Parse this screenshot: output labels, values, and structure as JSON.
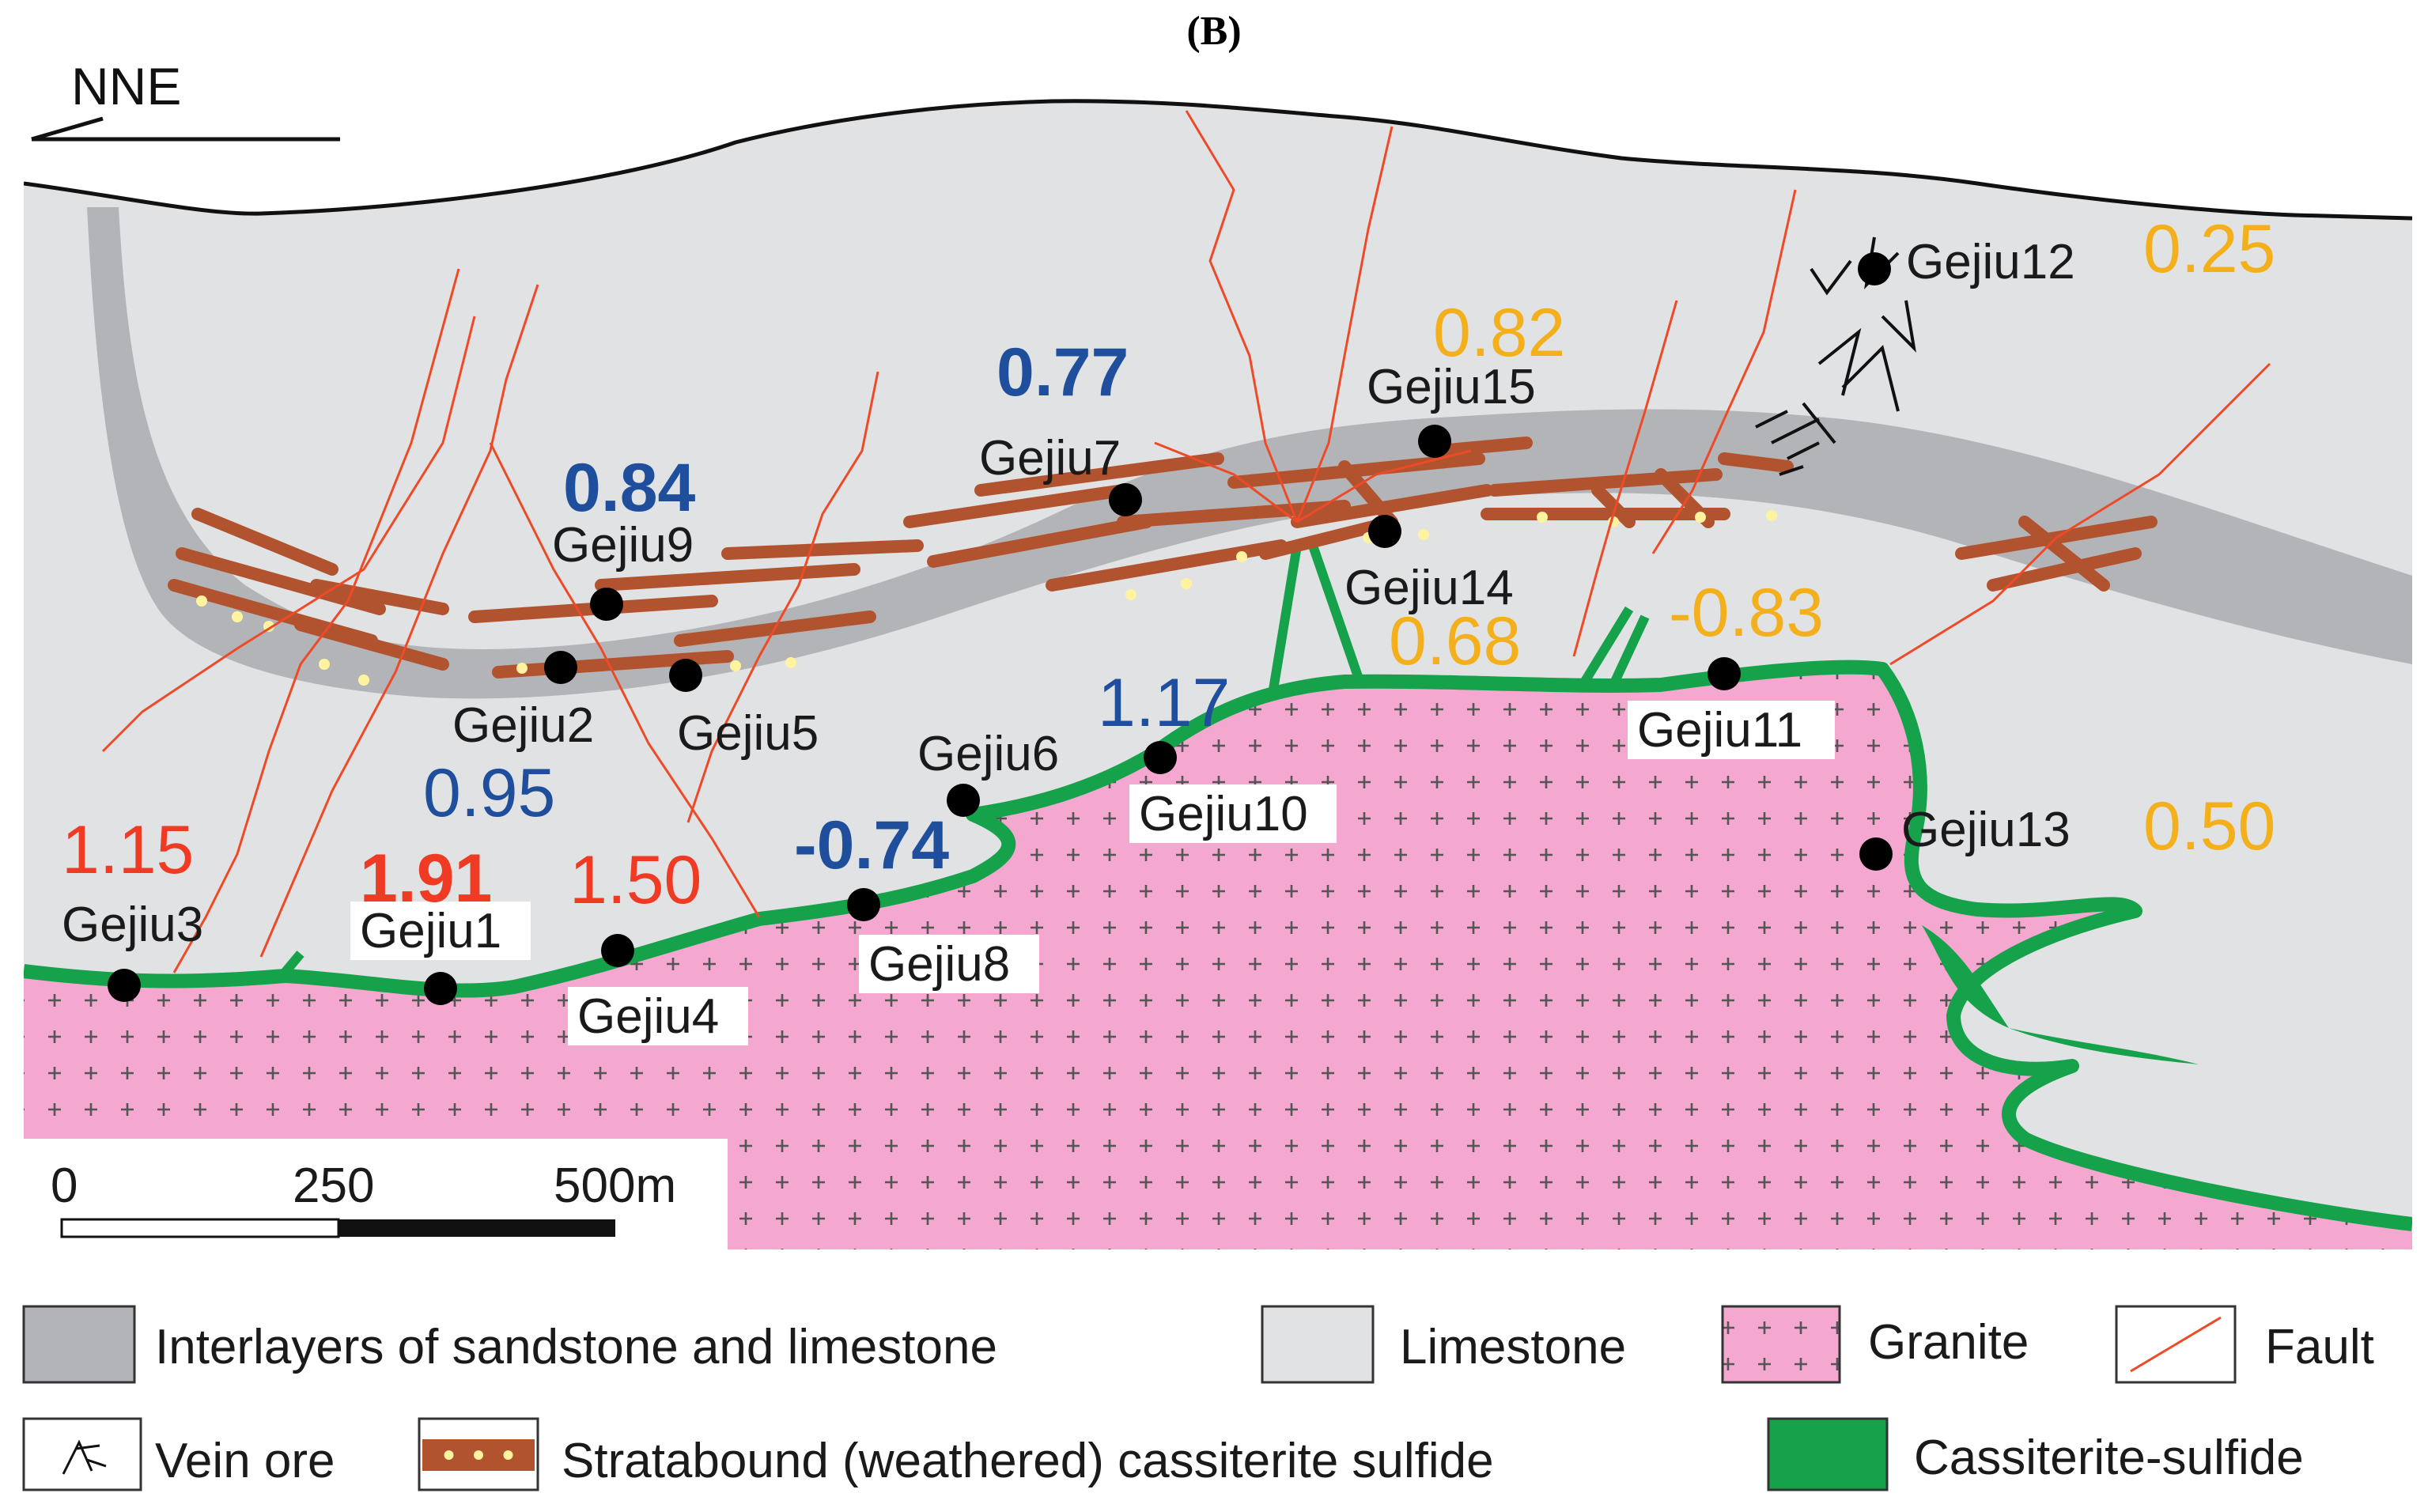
{
  "panel_label": "(B)",
  "direction_label": "NNE",
  "scale_bar": {
    "ticks": [
      "0",
      "250",
      "500m"
    ]
  },
  "colors": {
    "limestone": "#e1e2e4",
    "interlayers": "#b3b4b7",
    "granite": "#f4a7cf",
    "granite_cross": "#555555",
    "cassiterite_sulfide": "#15a24a",
    "stratabound": "#b2532f",
    "fault": "#ef4a28",
    "value_red": "#ef3b24",
    "value_blue": "#1f4f9c",
    "value_orange": "#f4b01c",
    "dot_yellow": "#fff3a0"
  },
  "samples": [
    {
      "name": "Gejiu1",
      "value": "1.91",
      "color": "red"
    },
    {
      "name": "Gejiu2",
      "value": "",
      "color": ""
    },
    {
      "name": "Gejiu3",
      "value": "1.15",
      "color": "red"
    },
    {
      "name": "Gejiu4",
      "value": "1.50",
      "color": "red"
    },
    {
      "name": "Gejiu5",
      "value": "0.95",
      "color": "blue"
    },
    {
      "name": "Gejiu6",
      "value": "",
      "color": ""
    },
    {
      "name": "Gejiu7",
      "value": "0.77",
      "color": "blue"
    },
    {
      "name": "Gejiu8",
      "value": "-0.74",
      "color": "blue"
    },
    {
      "name": "Gejiu9",
      "value": "0.84",
      "color": "blue"
    },
    {
      "name": "Gejiu10",
      "value": "1.17",
      "color": "blue"
    },
    {
      "name": "Gejiu11",
      "value": "-0.83",
      "color": "orange"
    },
    {
      "name": "Gejiu12",
      "value": "0.25",
      "color": "orange"
    },
    {
      "name": "Gejiu13",
      "value": "0.50",
      "color": "orange"
    },
    {
      "name": "Gejiu14",
      "value": "0.68",
      "color": "orange"
    },
    {
      "name": "Gejiu15",
      "value": "0.82",
      "color": "orange"
    }
  ],
  "legend": [
    {
      "key": "interlayers",
      "label": "Interlayers of sandstone and limestone"
    },
    {
      "key": "limestone",
      "label": "Limestone"
    },
    {
      "key": "granite",
      "label": "Granite"
    },
    {
      "key": "fault",
      "label": "Fault"
    },
    {
      "key": "vein",
      "label": "Vein ore"
    },
    {
      "key": "stratabound",
      "label": "Stratabound (weathered) cassiterite sulfide"
    },
    {
      "key": "cassiterite",
      "label": "Cassiterite-sulfide"
    }
  ]
}
